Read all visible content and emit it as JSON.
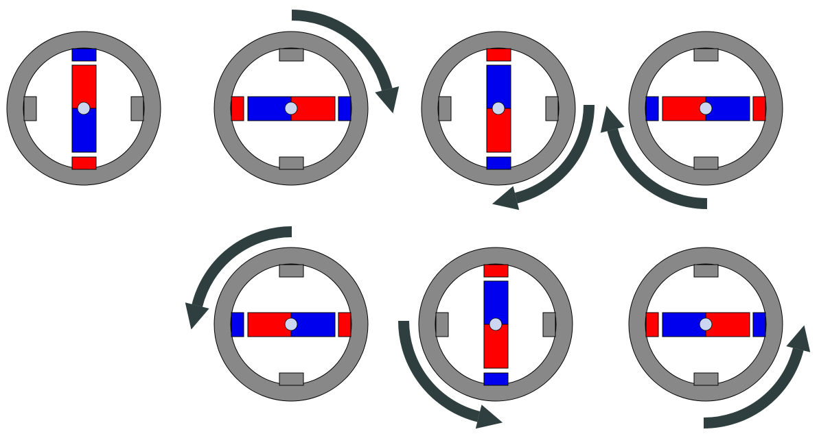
{
  "colors": {
    "stator": "#888888",
    "north": "#ff0000",
    "south": "#0000ee",
    "hub": "#ccd6f0",
    "arrow": "#2f3f3f",
    "outline": "#000000"
  },
  "motors": [
    {
      "id": "step-1",
      "orientation": "vertical",
      "rotor": [
        "north",
        "south"
      ],
      "poles": [
        "south",
        "north"
      ]
    },
    {
      "id": "step-2",
      "orientation": "horizontal",
      "rotor": [
        "south",
        "north"
      ],
      "poles": [
        "north",
        "south"
      ]
    },
    {
      "id": "step-3",
      "orientation": "vertical",
      "rotor": [
        "south",
        "north"
      ],
      "poles": [
        "north",
        "south"
      ]
    },
    {
      "id": "step-4",
      "orientation": "horizontal",
      "rotor": [
        "north",
        "south"
      ],
      "poles": [
        "south",
        "north"
      ]
    },
    {
      "id": "step-5",
      "orientation": "horizontal",
      "rotor": [
        "north",
        "south"
      ],
      "poles": [
        "south",
        "north"
      ]
    },
    {
      "id": "step-6",
      "orientation": "vertical",
      "rotor": [
        "south",
        "north"
      ],
      "poles": [
        "north",
        "south"
      ]
    },
    {
      "id": "step-7",
      "orientation": "horizontal",
      "rotor": [
        "south",
        "north"
      ],
      "poles": [
        "north",
        "south"
      ]
    }
  ],
  "arrows": [
    {
      "id": "rotation-arrow-1",
      "direction": "clockwise"
    },
    {
      "id": "rotation-arrow-2",
      "direction": "clockwise"
    },
    {
      "id": "rotation-arrow-3",
      "direction": "clockwise"
    },
    {
      "id": "rotation-arrow-4",
      "direction": "counterclockwise"
    },
    {
      "id": "rotation-arrow-5",
      "direction": "counterclockwise"
    },
    {
      "id": "rotation-arrow-6",
      "direction": "counterclockwise"
    }
  ]
}
